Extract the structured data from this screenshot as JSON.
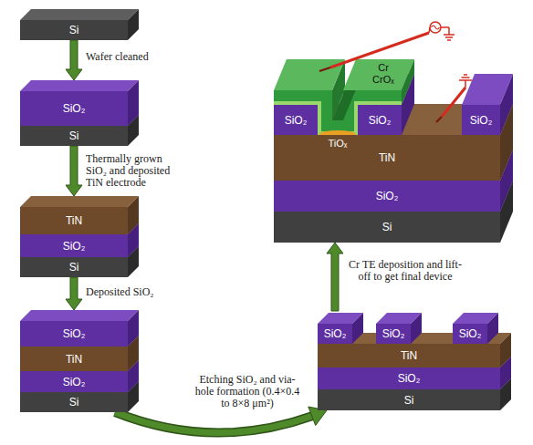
{
  "diagram": {
    "nodes": [
      {
        "text": [
          "Si"
        ]
      },
      {
        "text": [
          "SiO₂"
        ]
      },
      {
        "text": [
          "Si"
        ]
      },
      {
        "text": [
          "TiN"
        ]
      },
      {
        "text": [
          "SiO₂"
        ]
      },
      {
        "text": [
          "Si"
        ]
      },
      {
        "text": [
          "SiO₂"
        ]
      },
      {
        "text": [
          "TiN"
        ]
      },
      {
        "text": [
          "SiO₂"
        ]
      },
      {
        "text": [
          "Si"
        ]
      },
      {
        "text": [
          "SiO₂"
        ]
      },
      {
        "text": [
          "SiO₂"
        ]
      },
      {
        "text": [
          "SiO₂"
        ]
      },
      {
        "text": [
          "TiN"
        ]
      },
      {
        "text": [
          "SiO₂"
        ]
      },
      {
        "text": [
          "Si"
        ]
      },
      {
        "text": [
          "SiO₂"
        ]
      },
      {
        "text": [
          "SiO₂"
        ]
      },
      {
        "text": [
          "SiO₂"
        ]
      },
      {
        "text": [
          "TiN"
        ]
      },
      {
        "text": [
          "SiO₂"
        ]
      },
      {
        "text": [
          "Si"
        ]
      }
    ],
    "edges": [
      {
        "from": 0,
        "to": 1,
        "arrow": "to",
        "label": "Wafer cleaned"
      },
      {
        "from": 2,
        "to": 3,
        "arrow": "to",
        "label": "Thermally grown SiO₂ and deposited TiN electrode"
      },
      {
        "from": 5,
        "to": 6,
        "arrow": "to",
        "label": "Deposited SiO₂"
      },
      {
        "from": 9,
        "to": 15,
        "arrow": "to",
        "label": "Etching SiO₂ and via-hole formation (0.4×0.4 to 8×8 μm²)"
      },
      {
        "from": 10,
        "to": 21,
        "arrow": "to",
        "label": "Cr TE deposition and lift-off to get final device"
      }
    ],
    "labels": [
      "Cr",
      "CrOₓ",
      "TiOₓ"
    ]
  }
}
